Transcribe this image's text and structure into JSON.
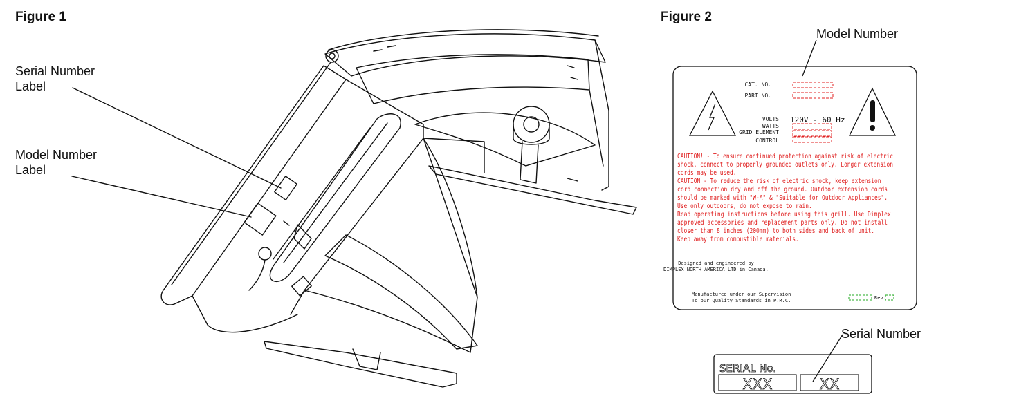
{
  "figure1": {
    "title": "Figure 1",
    "serial_label_line1": "Serial Number",
    "serial_label_line2": "Label",
    "model_label_line1": "Model Number",
    "model_label_line2": "Label"
  },
  "figure2": {
    "title": "Figure 2",
    "model_callout": "Model Number",
    "serial_callout": "Serial Number",
    "rating_plate": {
      "cat_no": "CAT. NO.",
      "part_no": "PART NO.",
      "volts": "VOLTS",
      "volts_value": "120V - 60 Hz",
      "watts": "WATTS",
      "grid_element": "GRID ELEMENT",
      "control": "CONTROL",
      "caution_lines": [
        "CAUTION! - To ensure continued protection against risk of electric",
        "shock, connect to properly grounded outlets only.  Longer extension",
        "cords may be used.",
        "CAUTION - To reduce the risk of electric shock, keep extension",
        "cord connection dry and off the ground.  Outdoor extension cords",
        "should be marked with \"W-A\" & \"Suitable for Outdoor Appliances\".",
        "Use only outdoors, do not expose to rain.",
        "Read operating instructions before using this grill.  Use Dimplex",
        "approved accessories and replacement parts only.  Do not install",
        "closer than 8 inches (200mm) to both sides and back of unit.",
        "Keep away from combustible materials."
      ],
      "designed_line1": "Designed and engineered by",
      "designed_line2": "DIMPLEX NORTH AMERICA LTD in Canada.",
      "manufactured_line1": "Manufactured under our Supervision",
      "manufactured_line2": "To our Quality Standards in P.R.C.",
      "rev": "Rev."
    },
    "serial_plate": {
      "title": "SERIAL No.",
      "field1": "XXX",
      "field2": "XX"
    }
  },
  "colors": {
    "caution_text": "#e02020",
    "model_box": "#e02020",
    "rev_box": "#22aa22"
  }
}
